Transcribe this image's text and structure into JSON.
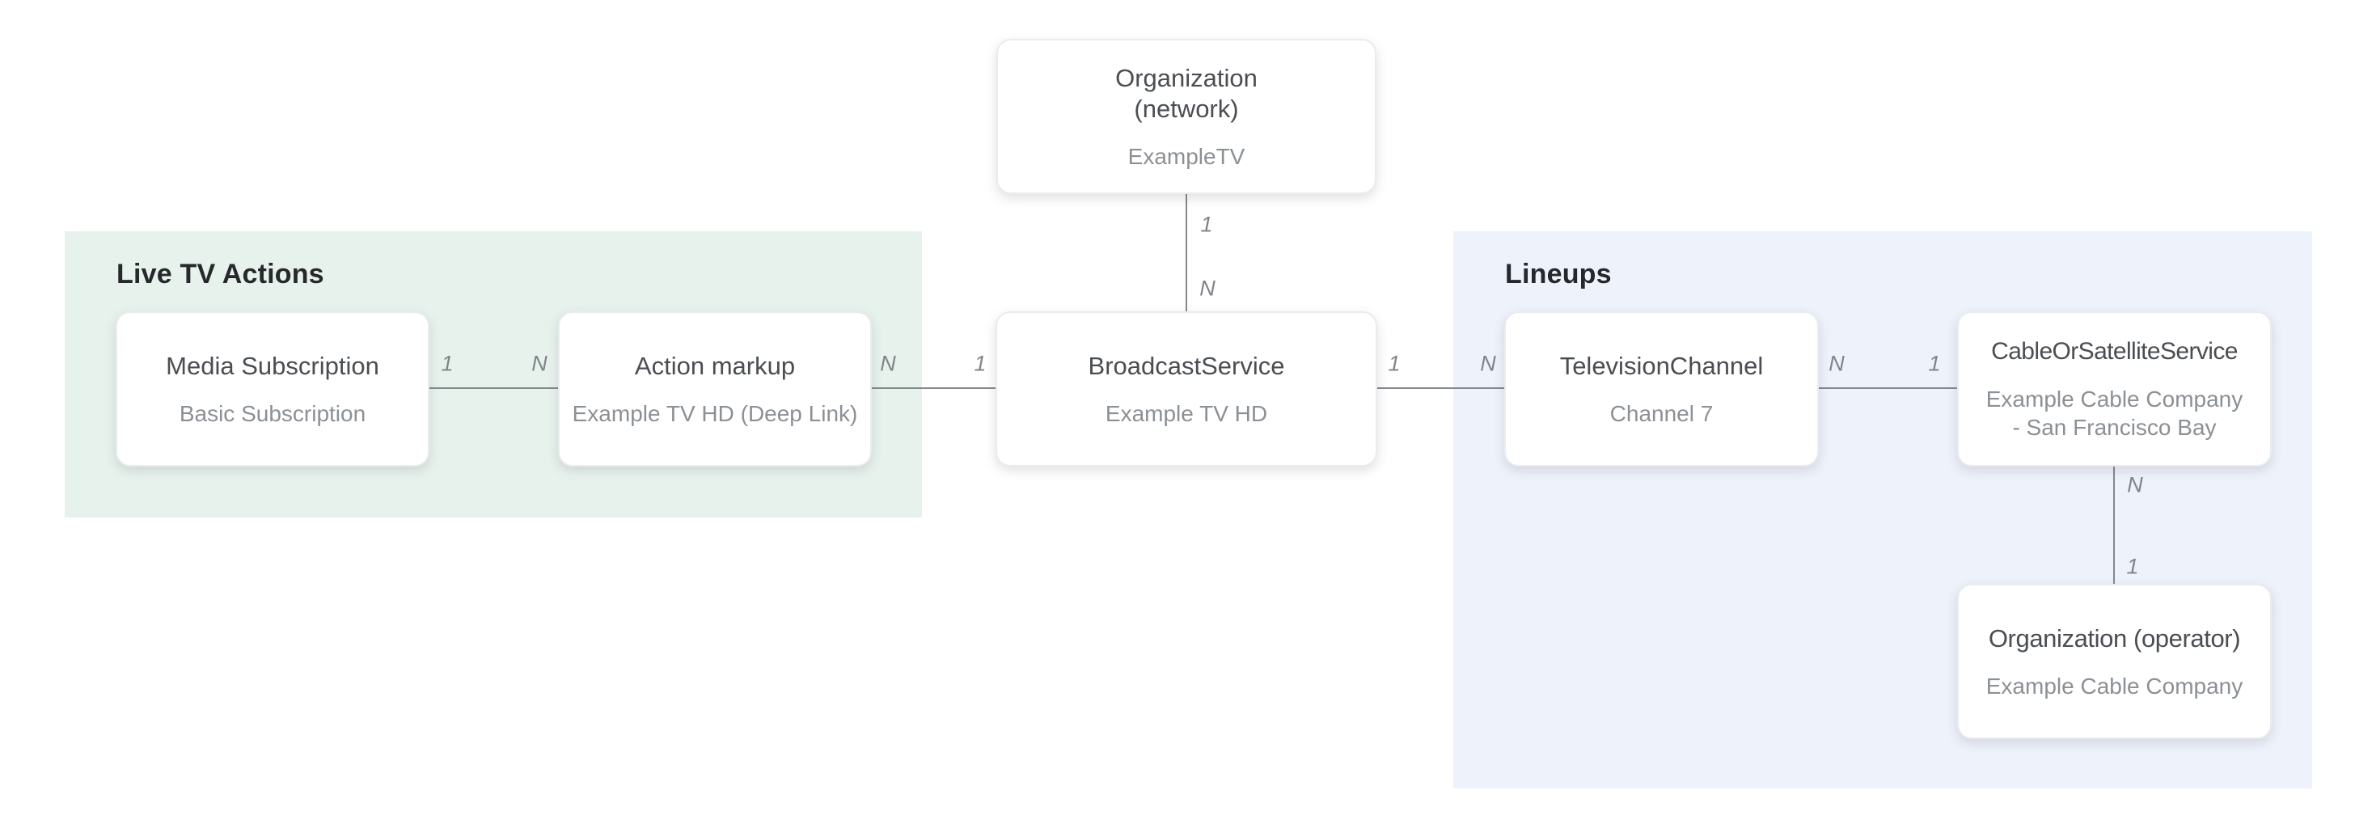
{
  "colors": {
    "page_background": "#ffffff",
    "live_tv_region_background": "#e8f2ed",
    "lineups_region_background": "#eef2fb",
    "card_background": "#ffffff",
    "card_border": "#e9ecef",
    "title_text": "#4a4e52",
    "subtitle_text": "#8b9095",
    "header_text": "#26282b",
    "connector_line": "#85898e",
    "connector_label": "#808589"
  },
  "regions": {
    "live_tv_actions": {
      "label": "Live TV Actions"
    },
    "lineups": {
      "label": "Lineups"
    }
  },
  "nodes": {
    "organization_network": {
      "title": "Organization (network)",
      "subtitle": "ExampleTV"
    },
    "media_subscription": {
      "title": "Media Subscription",
      "subtitle": "Basic Subscription"
    },
    "action_markup": {
      "title": "Action markup",
      "subtitle": "Example TV HD (Deep Link)"
    },
    "broadcast_service": {
      "title": "BroadcastService",
      "subtitle": "Example TV HD"
    },
    "television_channel": {
      "title": "TelevisionChannel",
      "subtitle": "Channel 7"
    },
    "cable_or_satellite_service": {
      "title": "CableOrSatelliteService",
      "subtitle": "Example Cable Company - San Francisco Bay"
    },
    "organization_operator": {
      "title": "Organization (operator)",
      "subtitle": "Example Cable Company"
    }
  },
  "connectors": {
    "network_to_broadcast": {
      "from": "Organization (network)",
      "to": "BroadcastService",
      "start_label": "1",
      "end_label": "N"
    },
    "media_to_action": {
      "from": "Media Subscription",
      "to": "Action markup",
      "start_label": "1",
      "end_label": "N"
    },
    "action_to_broadcast": {
      "from": "Action markup",
      "to": "BroadcastService",
      "start_label": "N",
      "end_label": "1"
    },
    "broadcast_to_channel": {
      "from": "BroadcastService",
      "to": "TelevisionChannel",
      "start_label": "1",
      "end_label": "N"
    },
    "channel_to_cable": {
      "from": "TelevisionChannel",
      "to": "CableOrSatelliteService",
      "start_label": "N",
      "end_label": "1"
    },
    "cable_to_operator": {
      "from": "CableOrSatelliteService",
      "to": "Organization (operator)",
      "start_label": "N",
      "end_label": "1"
    }
  }
}
